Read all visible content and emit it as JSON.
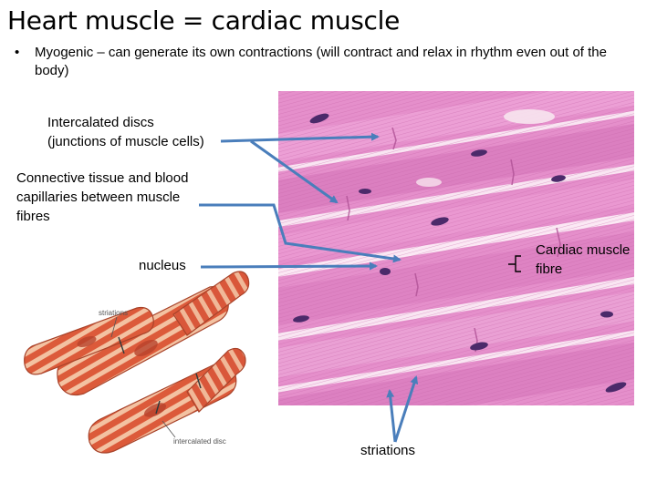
{
  "slide": {
    "title": "Heart muscle = cardiac muscle",
    "bullet": "Myogenic – can generate its own contractions (will contract and relax in rhythm even out of the body)"
  },
  "labels": {
    "intercalated_line1": "Intercalated discs",
    "intercalated_line2": "(junctions of muscle cells)",
    "connective_line1": "Connective tissue and blood",
    "connective_line2": "capillaries between muscle",
    "connective_line3": "fibres",
    "nucleus": "nucleus",
    "fibre_line1": "Cardiac muscle",
    "fibre_line2": "fibre",
    "striations": "striations"
  },
  "model_labels": {
    "striations": "striations",
    "intercalated": "intercalated disc"
  },
  "colors": {
    "arrow": "#4a7ebb",
    "tissue": "#e38cc8",
    "nucleus": "#4b2a6a",
    "fibre": "#dc5a3a",
    "fibre_band": "#f3c2a2"
  }
}
